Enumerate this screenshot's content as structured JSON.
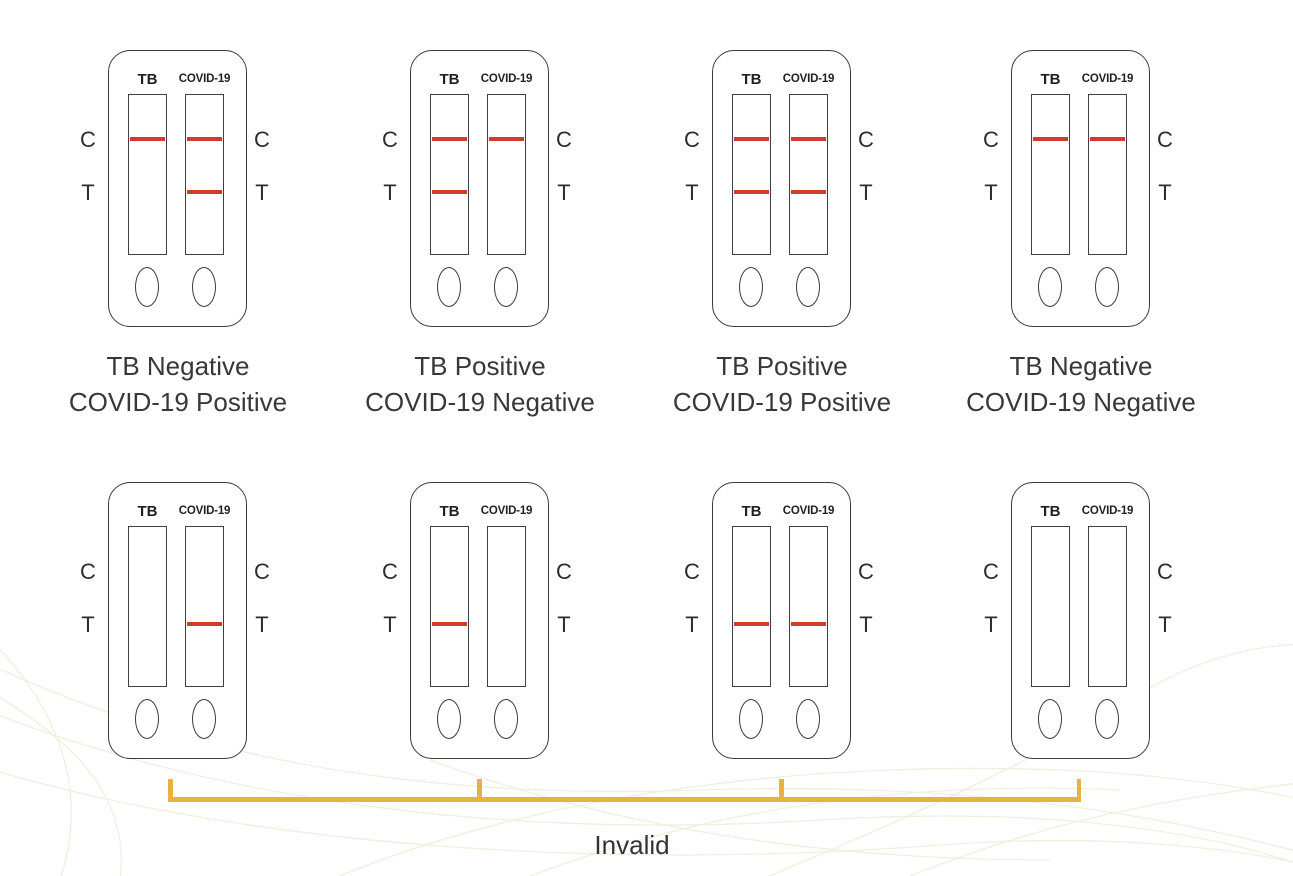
{
  "labels": {
    "tb": "TB",
    "covid": "COVID-19",
    "control": "C",
    "test": "T"
  },
  "colors": {
    "test_line_red": "#d13b2c",
    "cassette_outline": "#3a3a3a",
    "caption_text": "#383838",
    "bracket_gold": "#ebb13e",
    "background": "#ffffff"
  },
  "cassettes": [
    {
      "id": "tb-negative-covid-positive",
      "tb_c": true,
      "tb_t": false,
      "covid_c": true,
      "covid_t": true,
      "caption_line1": "TB Negative",
      "caption_line2": "COVID-19 Positive"
    },
    {
      "id": "tb-positive-covid-negative",
      "tb_c": true,
      "tb_t": true,
      "covid_c": true,
      "covid_t": false,
      "caption_line1": "TB Positive",
      "caption_line2": "COVID-19 Negative"
    },
    {
      "id": "tb-positive-covid-positive",
      "tb_c": true,
      "tb_t": true,
      "covid_c": true,
      "covid_t": true,
      "caption_line1": "TB Positive",
      "caption_line2": "COVID-19 Positive"
    },
    {
      "id": "tb-negative-covid-negative",
      "tb_c": true,
      "tb_t": false,
      "covid_c": true,
      "covid_t": false,
      "caption_line1": "TB Negative",
      "caption_line2": "COVID-19 Negative"
    },
    {
      "id": "invalid-covid-t-only",
      "tb_c": false,
      "tb_t": false,
      "covid_c": false,
      "covid_t": true
    },
    {
      "id": "invalid-tb-t-only",
      "tb_c": false,
      "tb_t": true,
      "covid_c": false,
      "covid_t": false
    },
    {
      "id": "invalid-both-t-only",
      "tb_c": false,
      "tb_t": true,
      "covid_c": false,
      "covid_t": true
    },
    {
      "id": "invalid-no-lines",
      "tb_c": false,
      "tb_t": false,
      "covid_c": false,
      "covid_t": false
    }
  ],
  "invalid_group_label": "Invalid"
}
